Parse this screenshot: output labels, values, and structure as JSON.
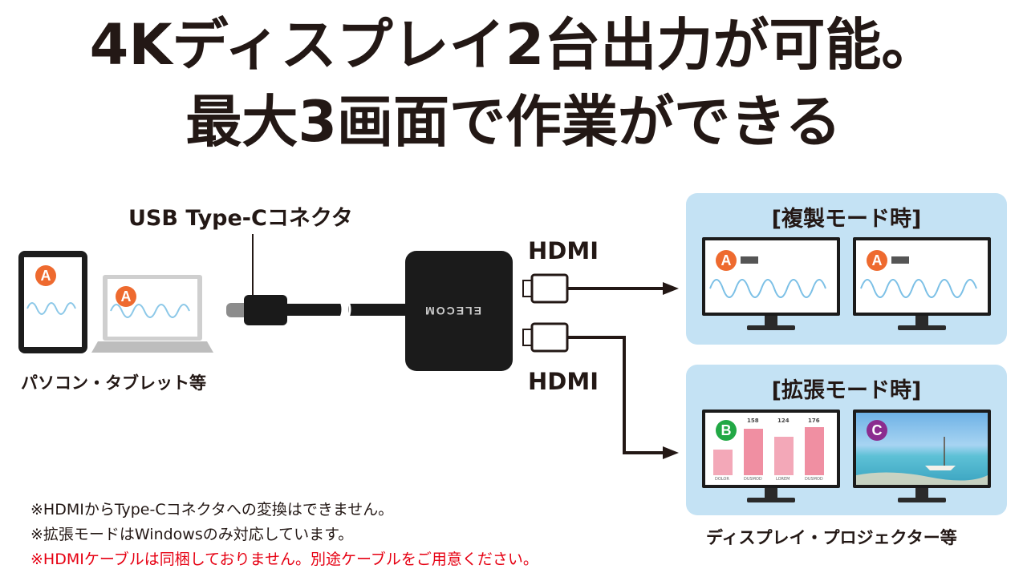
{
  "headline": {
    "line1": "4Kディスプレイ2台出力が可能。",
    "line2": "最大3画面で作業ができる"
  },
  "labels": {
    "usb_connector": "USB Type-Cコネクタ",
    "hdmi_top": "HDMI",
    "hdmi_bottom": "HDMI",
    "source_devices": "パソコン・タブレット等",
    "target_devices": "ディスプレイ・プロジェクター等"
  },
  "hub": {
    "brand": "ELECOM"
  },
  "modes": {
    "mirror": {
      "title": "[複製モード時]",
      "badges": [
        "A",
        "A"
      ]
    },
    "extend": {
      "title": "[拡張モード時]",
      "badges": [
        "B",
        "C"
      ]
    },
    "chart_values": [
      "158",
      "124",
      "176"
    ],
    "chart_categories": [
      "DOLOR",
      "DUSMOD",
      "LOREM",
      "DUSMOD"
    ]
  },
  "source_badges": [
    "A",
    "A"
  ],
  "notes": [
    "※HDMIからType-Cコネクタへの変換はできません。",
    "※拡張モードはWindowsのみ対応しています。",
    "※HDMIケーブルは同梱しておりません。別途ケーブルをご用意ください。"
  ],
  "colors": {
    "text": "#231815",
    "panel": "#c4e2f4",
    "badge_a": "#ee6a2f",
    "badge_b": "#22a845",
    "badge_c": "#8b2c8f",
    "warning": "#e60012",
    "bars": "#f08fa2"
  }
}
